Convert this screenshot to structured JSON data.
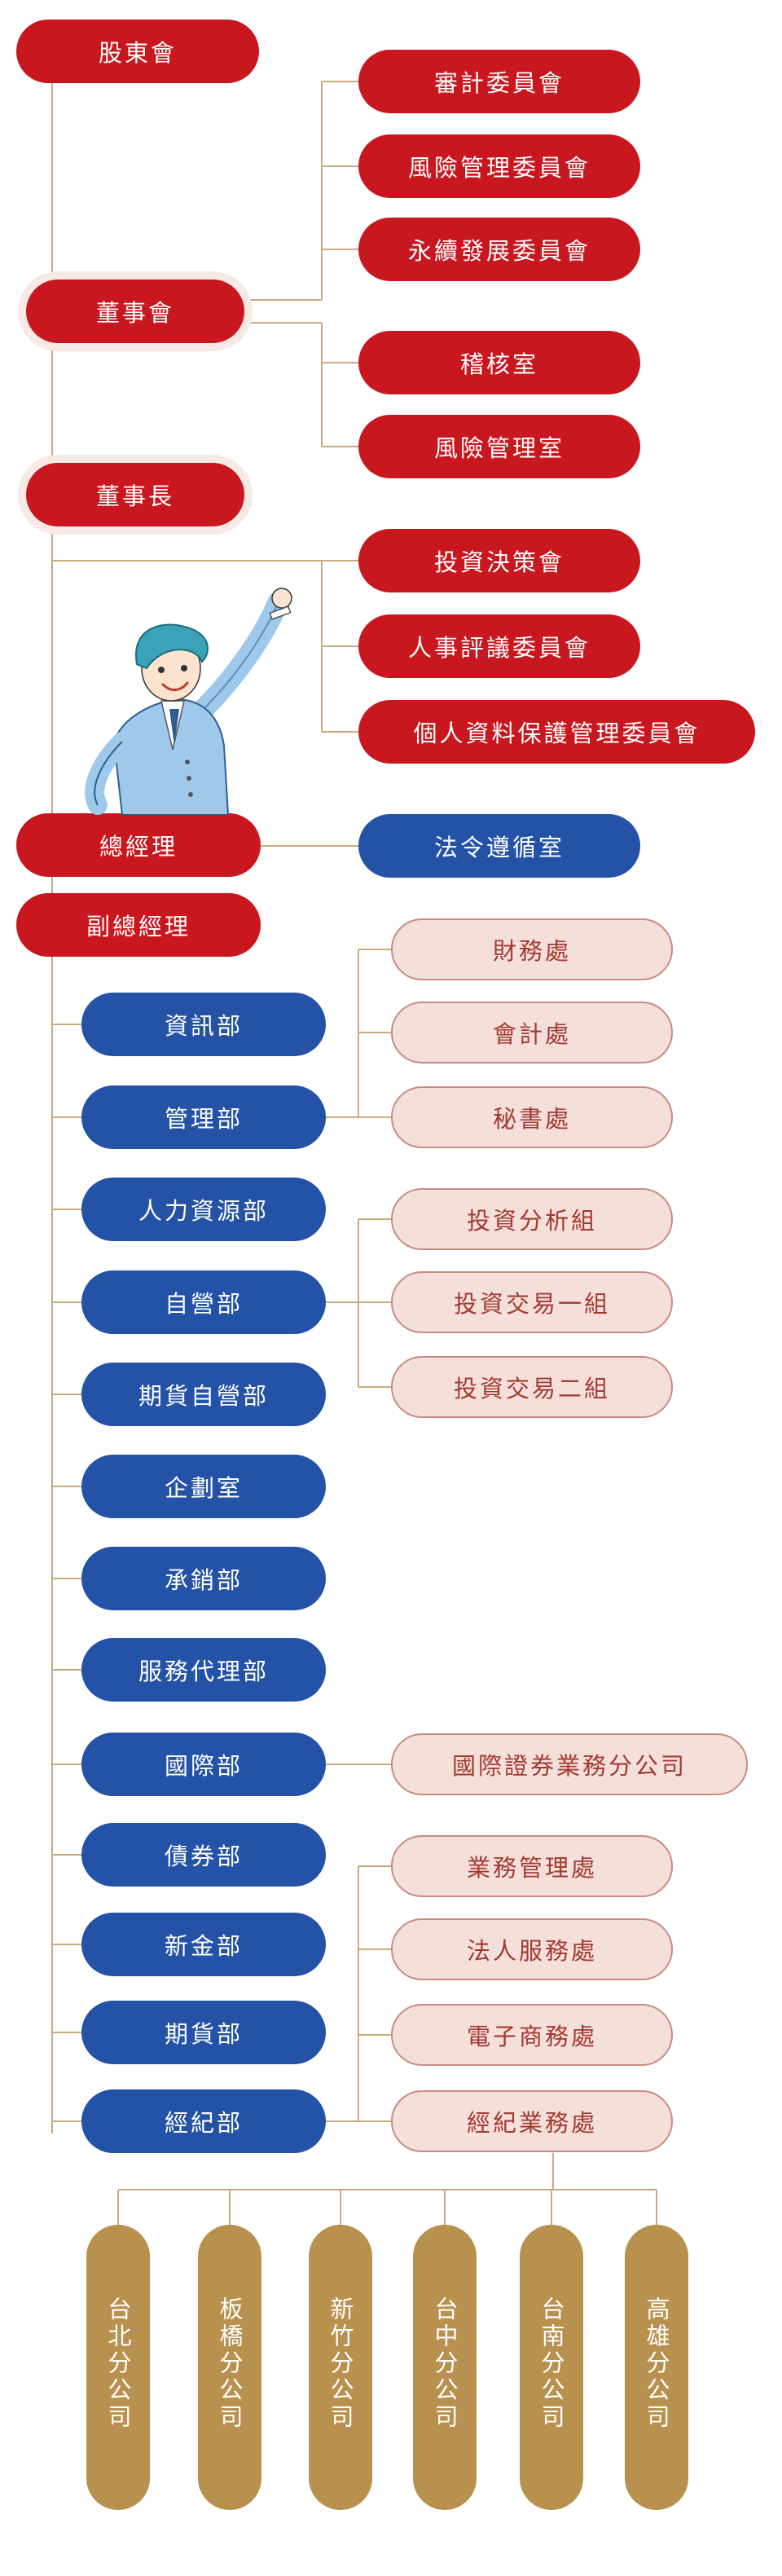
{
  "top": {
    "shareholders": "股東會",
    "board": "董事會",
    "chairman": "董事長",
    "president": "總經理",
    "vp": "副總經理"
  },
  "board_committees": [
    "審計委員會",
    "風險管理委員會",
    "永續發展委員會"
  ],
  "board_offices": [
    "稽核室",
    "風險管理室"
  ],
  "chairman_committees": [
    "投資決策會",
    "人事評議委員會",
    "個人資料保護管理委員會"
  ],
  "compliance": "法令遵循室",
  "departments": [
    "資訊部",
    "管理部",
    "人力資源部",
    "自營部",
    "期貨自營部",
    "企劃室",
    "承銷部",
    "服務代理部",
    "國際部",
    "債券部",
    "新金部",
    "期貨部",
    "經紀部"
  ],
  "management_units": [
    "財務處",
    "會計處",
    "秘書處"
  ],
  "proprietary_units": [
    "投資分析組",
    "投資交易一組",
    "投資交易二組"
  ],
  "international_units": [
    "國際證券業務分公司"
  ],
  "brokerage_units": [
    "業務管理處",
    "法人服務處",
    "電子商務處",
    "經紀業務處"
  ],
  "branches": [
    "台北分公司",
    "板橋分公司",
    "新竹分公司",
    "台中分公司",
    "台南分公司",
    "高雄分公司"
  ],
  "colors": {
    "red": "#c8171e",
    "blue": "#2352a6",
    "pink_fill": "#f5dfdb",
    "gold": "#b8914e",
    "line": "#c9aa7c"
  },
  "illustration": "businessman-waving-icon"
}
